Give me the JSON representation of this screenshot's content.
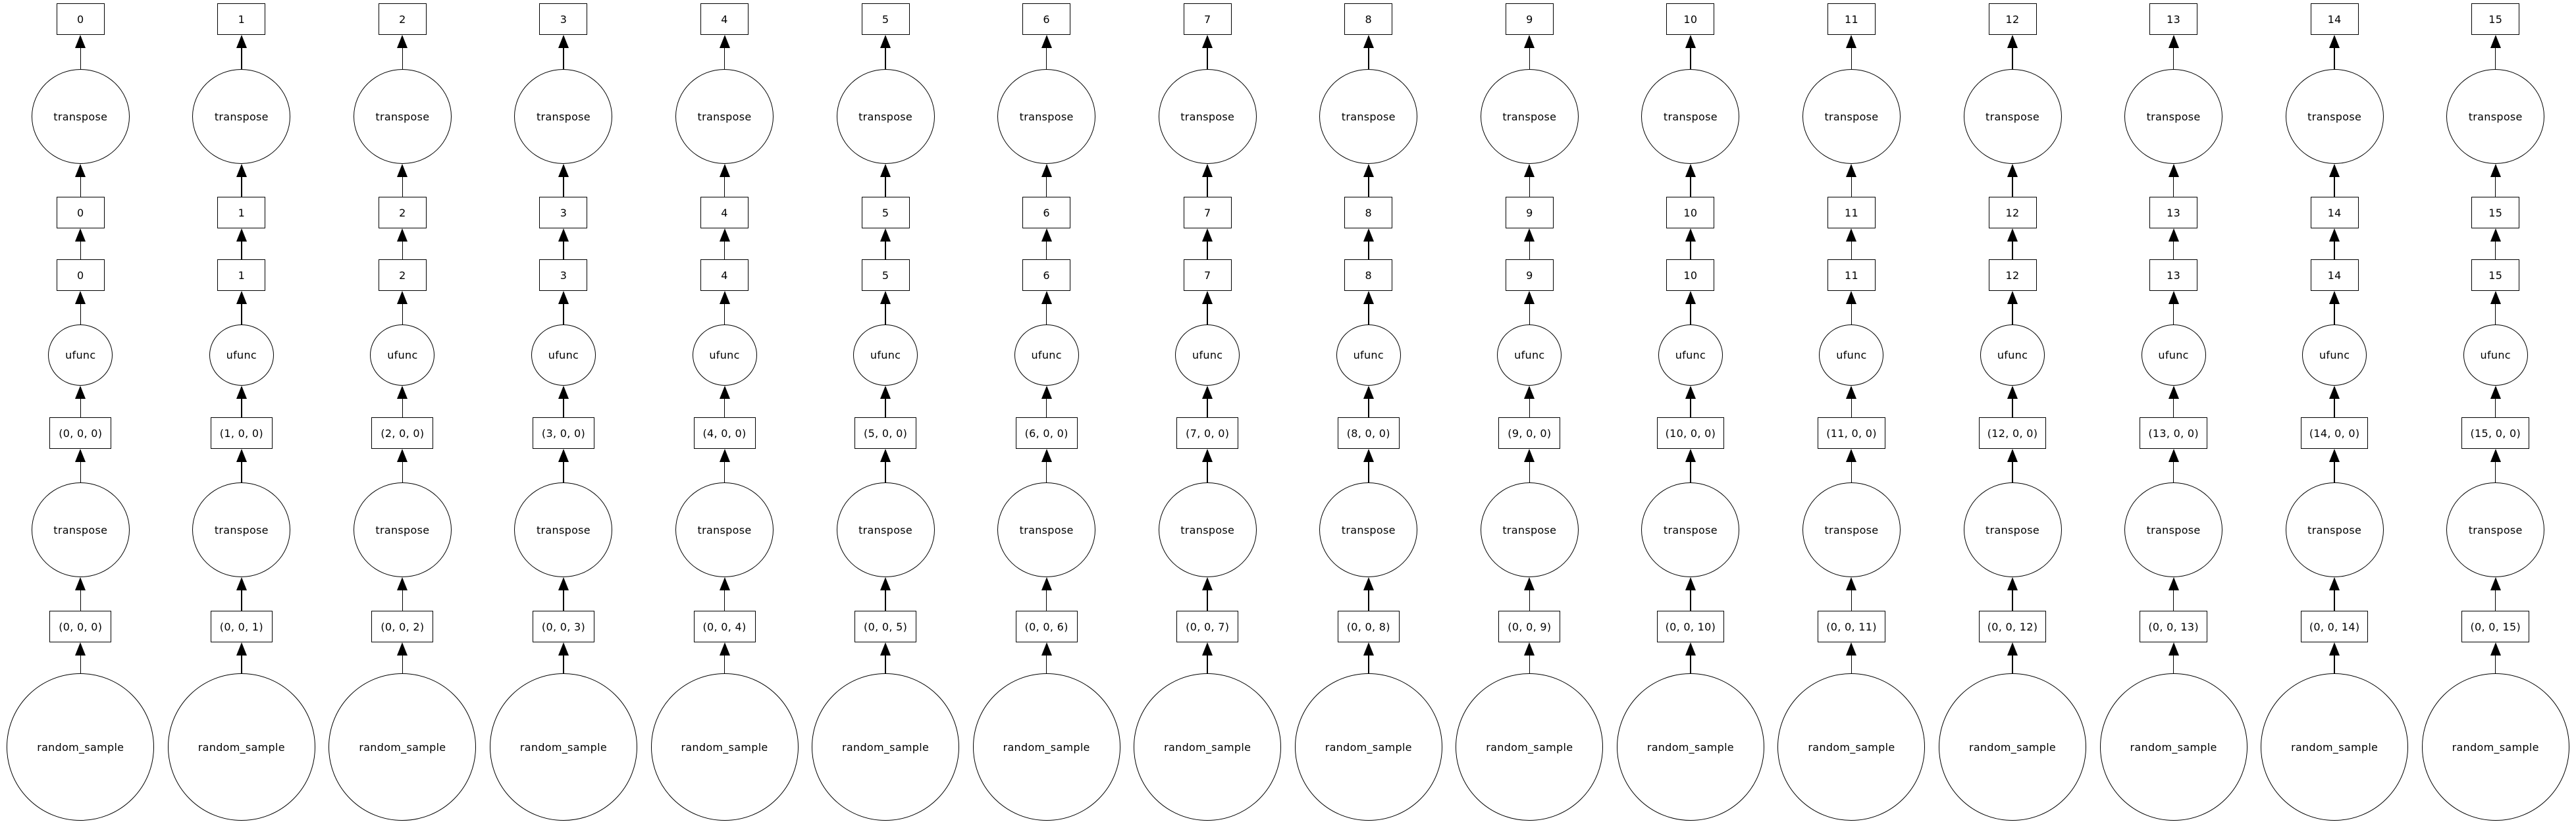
{
  "figure": {
    "type": "task-graph",
    "edge_direction": "bottom-to-top",
    "colors": {
      "background": "#ffffff",
      "node_fill": "#ffffff",
      "stroke": "#000000",
      "text": "#000000"
    },
    "columns": [
      {
        "index": 0,
        "nodes": [
          {
            "shape": "box",
            "label": "0"
          },
          {
            "shape": "ellipse",
            "size": "large",
            "label": "transpose"
          },
          {
            "shape": "box",
            "label": "0"
          },
          {
            "shape": "box",
            "label": "0"
          },
          {
            "shape": "ellipse",
            "size": "small",
            "label": "ufunc"
          },
          {
            "shape": "box",
            "label": "(0, 0, 0)"
          },
          {
            "shape": "ellipse",
            "size": "large",
            "label": "transpose"
          },
          {
            "shape": "box",
            "label": "(0, 0, 0)"
          },
          {
            "shape": "ellipse",
            "size": "xlarge",
            "label": "random_sample"
          }
        ]
      },
      {
        "index": 1,
        "nodes": [
          {
            "shape": "box",
            "label": "1"
          },
          {
            "shape": "ellipse",
            "size": "large",
            "label": "transpose"
          },
          {
            "shape": "box",
            "label": "1"
          },
          {
            "shape": "box",
            "label": "1"
          },
          {
            "shape": "ellipse",
            "size": "small",
            "label": "ufunc"
          },
          {
            "shape": "box",
            "label": "(1, 0, 0)"
          },
          {
            "shape": "ellipse",
            "size": "large",
            "label": "transpose"
          },
          {
            "shape": "box",
            "label": "(0, 0, 1)"
          },
          {
            "shape": "ellipse",
            "size": "xlarge",
            "label": "random_sample"
          }
        ]
      },
      {
        "index": 2,
        "nodes": [
          {
            "shape": "box",
            "label": "2"
          },
          {
            "shape": "ellipse",
            "size": "large",
            "label": "transpose"
          },
          {
            "shape": "box",
            "label": "2"
          },
          {
            "shape": "box",
            "label": "2"
          },
          {
            "shape": "ellipse",
            "size": "small",
            "label": "ufunc"
          },
          {
            "shape": "box",
            "label": "(2, 0, 0)"
          },
          {
            "shape": "ellipse",
            "size": "large",
            "label": "transpose"
          },
          {
            "shape": "box",
            "label": "(0, 0, 2)"
          },
          {
            "shape": "ellipse",
            "size": "xlarge",
            "label": "random_sample"
          }
        ]
      },
      {
        "index": 3,
        "nodes": [
          {
            "shape": "box",
            "label": "3"
          },
          {
            "shape": "ellipse",
            "size": "large",
            "label": "transpose"
          },
          {
            "shape": "box",
            "label": "3"
          },
          {
            "shape": "box",
            "label": "3"
          },
          {
            "shape": "ellipse",
            "size": "small",
            "label": "ufunc"
          },
          {
            "shape": "box",
            "label": "(3, 0, 0)"
          },
          {
            "shape": "ellipse",
            "size": "large",
            "label": "transpose"
          },
          {
            "shape": "box",
            "label": "(0, 0, 3)"
          },
          {
            "shape": "ellipse",
            "size": "xlarge",
            "label": "random_sample"
          }
        ]
      },
      {
        "index": 4,
        "nodes": [
          {
            "shape": "box",
            "label": "4"
          },
          {
            "shape": "ellipse",
            "size": "large",
            "label": "transpose"
          },
          {
            "shape": "box",
            "label": "4"
          },
          {
            "shape": "box",
            "label": "4"
          },
          {
            "shape": "ellipse",
            "size": "small",
            "label": "ufunc"
          },
          {
            "shape": "box",
            "label": "(4, 0, 0)"
          },
          {
            "shape": "ellipse",
            "size": "large",
            "label": "transpose"
          },
          {
            "shape": "box",
            "label": "(0, 0, 4)"
          },
          {
            "shape": "ellipse",
            "size": "xlarge",
            "label": "random_sample"
          }
        ]
      },
      {
        "index": 5,
        "nodes": [
          {
            "shape": "box",
            "label": "5"
          },
          {
            "shape": "ellipse",
            "size": "large",
            "label": "transpose"
          },
          {
            "shape": "box",
            "label": "5"
          },
          {
            "shape": "box",
            "label": "5"
          },
          {
            "shape": "ellipse",
            "size": "small",
            "label": "ufunc"
          },
          {
            "shape": "box",
            "label": "(5, 0, 0)"
          },
          {
            "shape": "ellipse",
            "size": "large",
            "label": "transpose"
          },
          {
            "shape": "box",
            "label": "(0, 0, 5)"
          },
          {
            "shape": "ellipse",
            "size": "xlarge",
            "label": "random_sample"
          }
        ]
      },
      {
        "index": 6,
        "nodes": [
          {
            "shape": "box",
            "label": "6"
          },
          {
            "shape": "ellipse",
            "size": "large",
            "label": "transpose"
          },
          {
            "shape": "box",
            "label": "6"
          },
          {
            "shape": "box",
            "label": "6"
          },
          {
            "shape": "ellipse",
            "size": "small",
            "label": "ufunc"
          },
          {
            "shape": "box",
            "label": "(6, 0, 0)"
          },
          {
            "shape": "ellipse",
            "size": "large",
            "label": "transpose"
          },
          {
            "shape": "box",
            "label": "(0, 0, 6)"
          },
          {
            "shape": "ellipse",
            "size": "xlarge",
            "label": "random_sample"
          }
        ]
      },
      {
        "index": 7,
        "nodes": [
          {
            "shape": "box",
            "label": "7"
          },
          {
            "shape": "ellipse",
            "size": "large",
            "label": "transpose"
          },
          {
            "shape": "box",
            "label": "7"
          },
          {
            "shape": "box",
            "label": "7"
          },
          {
            "shape": "ellipse",
            "size": "small",
            "label": "ufunc"
          },
          {
            "shape": "box",
            "label": "(7, 0, 0)"
          },
          {
            "shape": "ellipse",
            "size": "large",
            "label": "transpose"
          },
          {
            "shape": "box",
            "label": "(0, 0, 7)"
          },
          {
            "shape": "ellipse",
            "size": "xlarge",
            "label": "random_sample"
          }
        ]
      },
      {
        "index": 8,
        "nodes": [
          {
            "shape": "box",
            "label": "8"
          },
          {
            "shape": "ellipse",
            "size": "large",
            "label": "transpose"
          },
          {
            "shape": "box",
            "label": "8"
          },
          {
            "shape": "box",
            "label": "8"
          },
          {
            "shape": "ellipse",
            "size": "small",
            "label": "ufunc"
          },
          {
            "shape": "box",
            "label": "(8, 0, 0)"
          },
          {
            "shape": "ellipse",
            "size": "large",
            "label": "transpose"
          },
          {
            "shape": "box",
            "label": "(0, 0, 8)"
          },
          {
            "shape": "ellipse",
            "size": "xlarge",
            "label": "random_sample"
          }
        ]
      },
      {
        "index": 9,
        "nodes": [
          {
            "shape": "box",
            "label": "9"
          },
          {
            "shape": "ellipse",
            "size": "large",
            "label": "transpose"
          },
          {
            "shape": "box",
            "label": "9"
          },
          {
            "shape": "box",
            "label": "9"
          },
          {
            "shape": "ellipse",
            "size": "small",
            "label": "ufunc"
          },
          {
            "shape": "box",
            "label": "(9, 0, 0)"
          },
          {
            "shape": "ellipse",
            "size": "large",
            "label": "transpose"
          },
          {
            "shape": "box",
            "label": "(0, 0, 9)"
          },
          {
            "shape": "ellipse",
            "size": "xlarge",
            "label": "random_sample"
          }
        ]
      },
      {
        "index": 10,
        "nodes": [
          {
            "shape": "box",
            "label": "10"
          },
          {
            "shape": "ellipse",
            "size": "large",
            "label": "transpose"
          },
          {
            "shape": "box",
            "label": "10"
          },
          {
            "shape": "box",
            "label": "10"
          },
          {
            "shape": "ellipse",
            "size": "small",
            "label": "ufunc"
          },
          {
            "shape": "box",
            "label": "(10, 0, 0)"
          },
          {
            "shape": "ellipse",
            "size": "large",
            "label": "transpose"
          },
          {
            "shape": "box",
            "label": "(0, 0, 10)"
          },
          {
            "shape": "ellipse",
            "size": "xlarge",
            "label": "random_sample"
          }
        ]
      },
      {
        "index": 11,
        "nodes": [
          {
            "shape": "box",
            "label": "11"
          },
          {
            "shape": "ellipse",
            "size": "large",
            "label": "transpose"
          },
          {
            "shape": "box",
            "label": "11"
          },
          {
            "shape": "box",
            "label": "11"
          },
          {
            "shape": "ellipse",
            "size": "small",
            "label": "ufunc"
          },
          {
            "shape": "box",
            "label": "(11, 0, 0)"
          },
          {
            "shape": "ellipse",
            "size": "large",
            "label": "transpose"
          },
          {
            "shape": "box",
            "label": "(0, 0, 11)"
          },
          {
            "shape": "ellipse",
            "size": "xlarge",
            "label": "random_sample"
          }
        ]
      },
      {
        "index": 12,
        "nodes": [
          {
            "shape": "box",
            "label": "12"
          },
          {
            "shape": "ellipse",
            "size": "large",
            "label": "transpose"
          },
          {
            "shape": "box",
            "label": "12"
          },
          {
            "shape": "box",
            "label": "12"
          },
          {
            "shape": "ellipse",
            "size": "small",
            "label": "ufunc"
          },
          {
            "shape": "box",
            "label": "(12, 0, 0)"
          },
          {
            "shape": "ellipse",
            "size": "large",
            "label": "transpose"
          },
          {
            "shape": "box",
            "label": "(0, 0, 12)"
          },
          {
            "shape": "ellipse",
            "size": "xlarge",
            "label": "random_sample"
          }
        ]
      },
      {
        "index": 13,
        "nodes": [
          {
            "shape": "box",
            "label": "13"
          },
          {
            "shape": "ellipse",
            "size": "large",
            "label": "transpose"
          },
          {
            "shape": "box",
            "label": "13"
          },
          {
            "shape": "box",
            "label": "13"
          },
          {
            "shape": "ellipse",
            "size": "small",
            "label": "ufunc"
          },
          {
            "shape": "box",
            "label": "(13, 0, 0)"
          },
          {
            "shape": "ellipse",
            "size": "large",
            "label": "transpose"
          },
          {
            "shape": "box",
            "label": "(0, 0, 13)"
          },
          {
            "shape": "ellipse",
            "size": "xlarge",
            "label": "random_sample"
          }
        ]
      },
      {
        "index": 14,
        "nodes": [
          {
            "shape": "box",
            "label": "14"
          },
          {
            "shape": "ellipse",
            "size": "large",
            "label": "transpose"
          },
          {
            "shape": "box",
            "label": "14"
          },
          {
            "shape": "box",
            "label": "14"
          },
          {
            "shape": "ellipse",
            "size": "small",
            "label": "ufunc"
          },
          {
            "shape": "box",
            "label": "(14, 0, 0)"
          },
          {
            "shape": "ellipse",
            "size": "large",
            "label": "transpose"
          },
          {
            "shape": "box",
            "label": "(0, 0, 14)"
          },
          {
            "shape": "ellipse",
            "size": "xlarge",
            "label": "random_sample"
          }
        ]
      },
      {
        "index": 15,
        "nodes": [
          {
            "shape": "box",
            "label": "15"
          },
          {
            "shape": "ellipse",
            "size": "large",
            "label": "transpose"
          },
          {
            "shape": "box",
            "label": "15"
          },
          {
            "shape": "box",
            "label": "15"
          },
          {
            "shape": "ellipse",
            "size": "small",
            "label": "ufunc"
          },
          {
            "shape": "box",
            "label": "(15, 0, 0)"
          },
          {
            "shape": "ellipse",
            "size": "large",
            "label": "transpose"
          },
          {
            "shape": "box",
            "label": "(0, 0, 15)"
          },
          {
            "shape": "ellipse",
            "size": "xlarge",
            "label": "random_sample"
          }
        ]
      }
    ]
  }
}
